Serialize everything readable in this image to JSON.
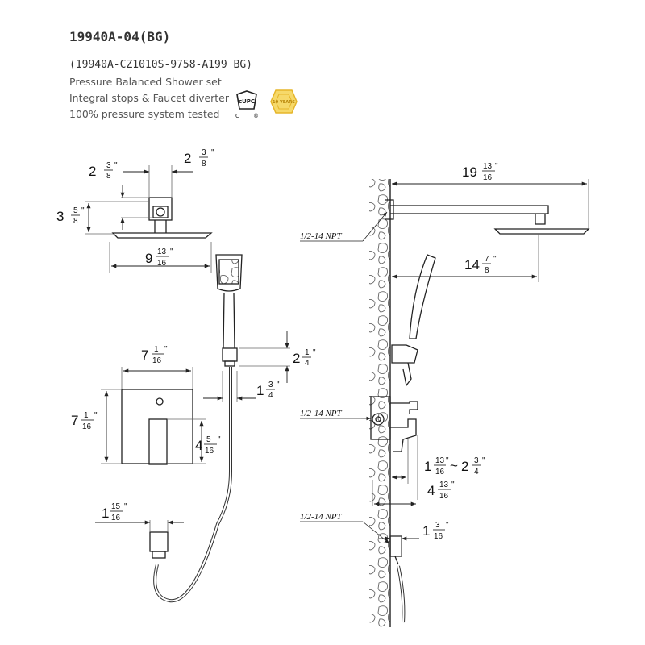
{
  "header": {
    "model": "19940A-04(BG)",
    "sub_model": "(19940A-CZ1010S-9758-A199  BG)",
    "features": [
      "Pressure Balanced Shower set",
      "Integral stops  & Faucet diverter",
      "100% pressure system tested"
    ]
  },
  "badges": {
    "cert": "cUPC",
    "warranty": "10 YEARS"
  },
  "colors": {
    "line": "#222222",
    "badge_gold": "#e5b52a",
    "text": "#333333"
  },
  "dims": {
    "arm_drop_whole": "2",
    "arm_drop_num": "3",
    "arm_drop_den": "8",
    "arm_width_whole": "2",
    "arm_width_num": "3",
    "arm_width_den": "8",
    "mount_h_whole": "3",
    "mount_h_num": "5",
    "mount_h_den": "8",
    "head_w_whole": "9",
    "head_w_num": "13",
    "head_w_den": "16",
    "plate_w_whole": "7",
    "plate_w_num": "1",
    "plate_w_den": "16",
    "plate_h_whole": "7",
    "plate_h_num": "1",
    "plate_h_den": "16",
    "lever_whole": "4",
    "lever_num": "5",
    "lever_den": "16",
    "holder_h_whole": "2",
    "holder_h_num": "1",
    "holder_h_den": "4",
    "holder_w_whole": "1",
    "holder_w_num": "3",
    "holder_w_den": "4",
    "elbow_whole": "1",
    "elbow_num": "15",
    "elbow_den": "16",
    "arm_len_whole": "19",
    "arm_len_num": "13",
    "arm_len_den": "16",
    "arm_offset_whole": "14",
    "arm_offset_num": "7",
    "arm_offset_den": "8",
    "valve_range_a_whole": "1",
    "valve_range_a_num": "13",
    "valve_range_a_den": "16",
    "valve_range_sep": "~",
    "valve_range_b_whole": "2",
    "valve_range_b_num": "3",
    "valve_range_b_den": "4",
    "valve_depth_whole": "4",
    "valve_depth_num": "13",
    "valve_depth_den": "16",
    "supply_whole": "1",
    "supply_num": "3",
    "supply_den": "16",
    "inch": "\""
  },
  "npt_labels": [
    "1/2-14 NPT",
    "1/2-14 NPT",
    "1/2-14 NPT"
  ]
}
